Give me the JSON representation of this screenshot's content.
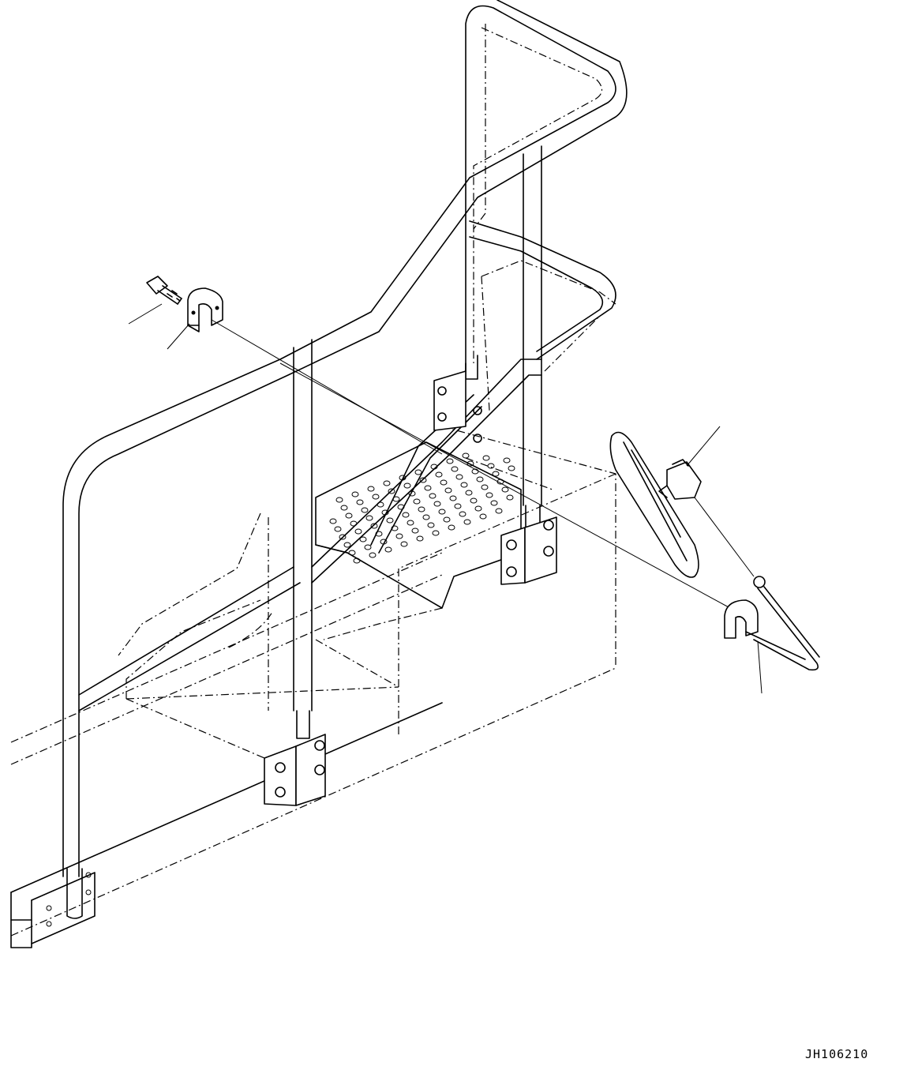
{
  "drawing": {
    "code": "JH106210",
    "parts": [
      "bolt",
      "clamp",
      "mirror",
      "mirror-holder",
      "handrail",
      "perforated-step",
      "step-box",
      "frame-rail"
    ]
  }
}
